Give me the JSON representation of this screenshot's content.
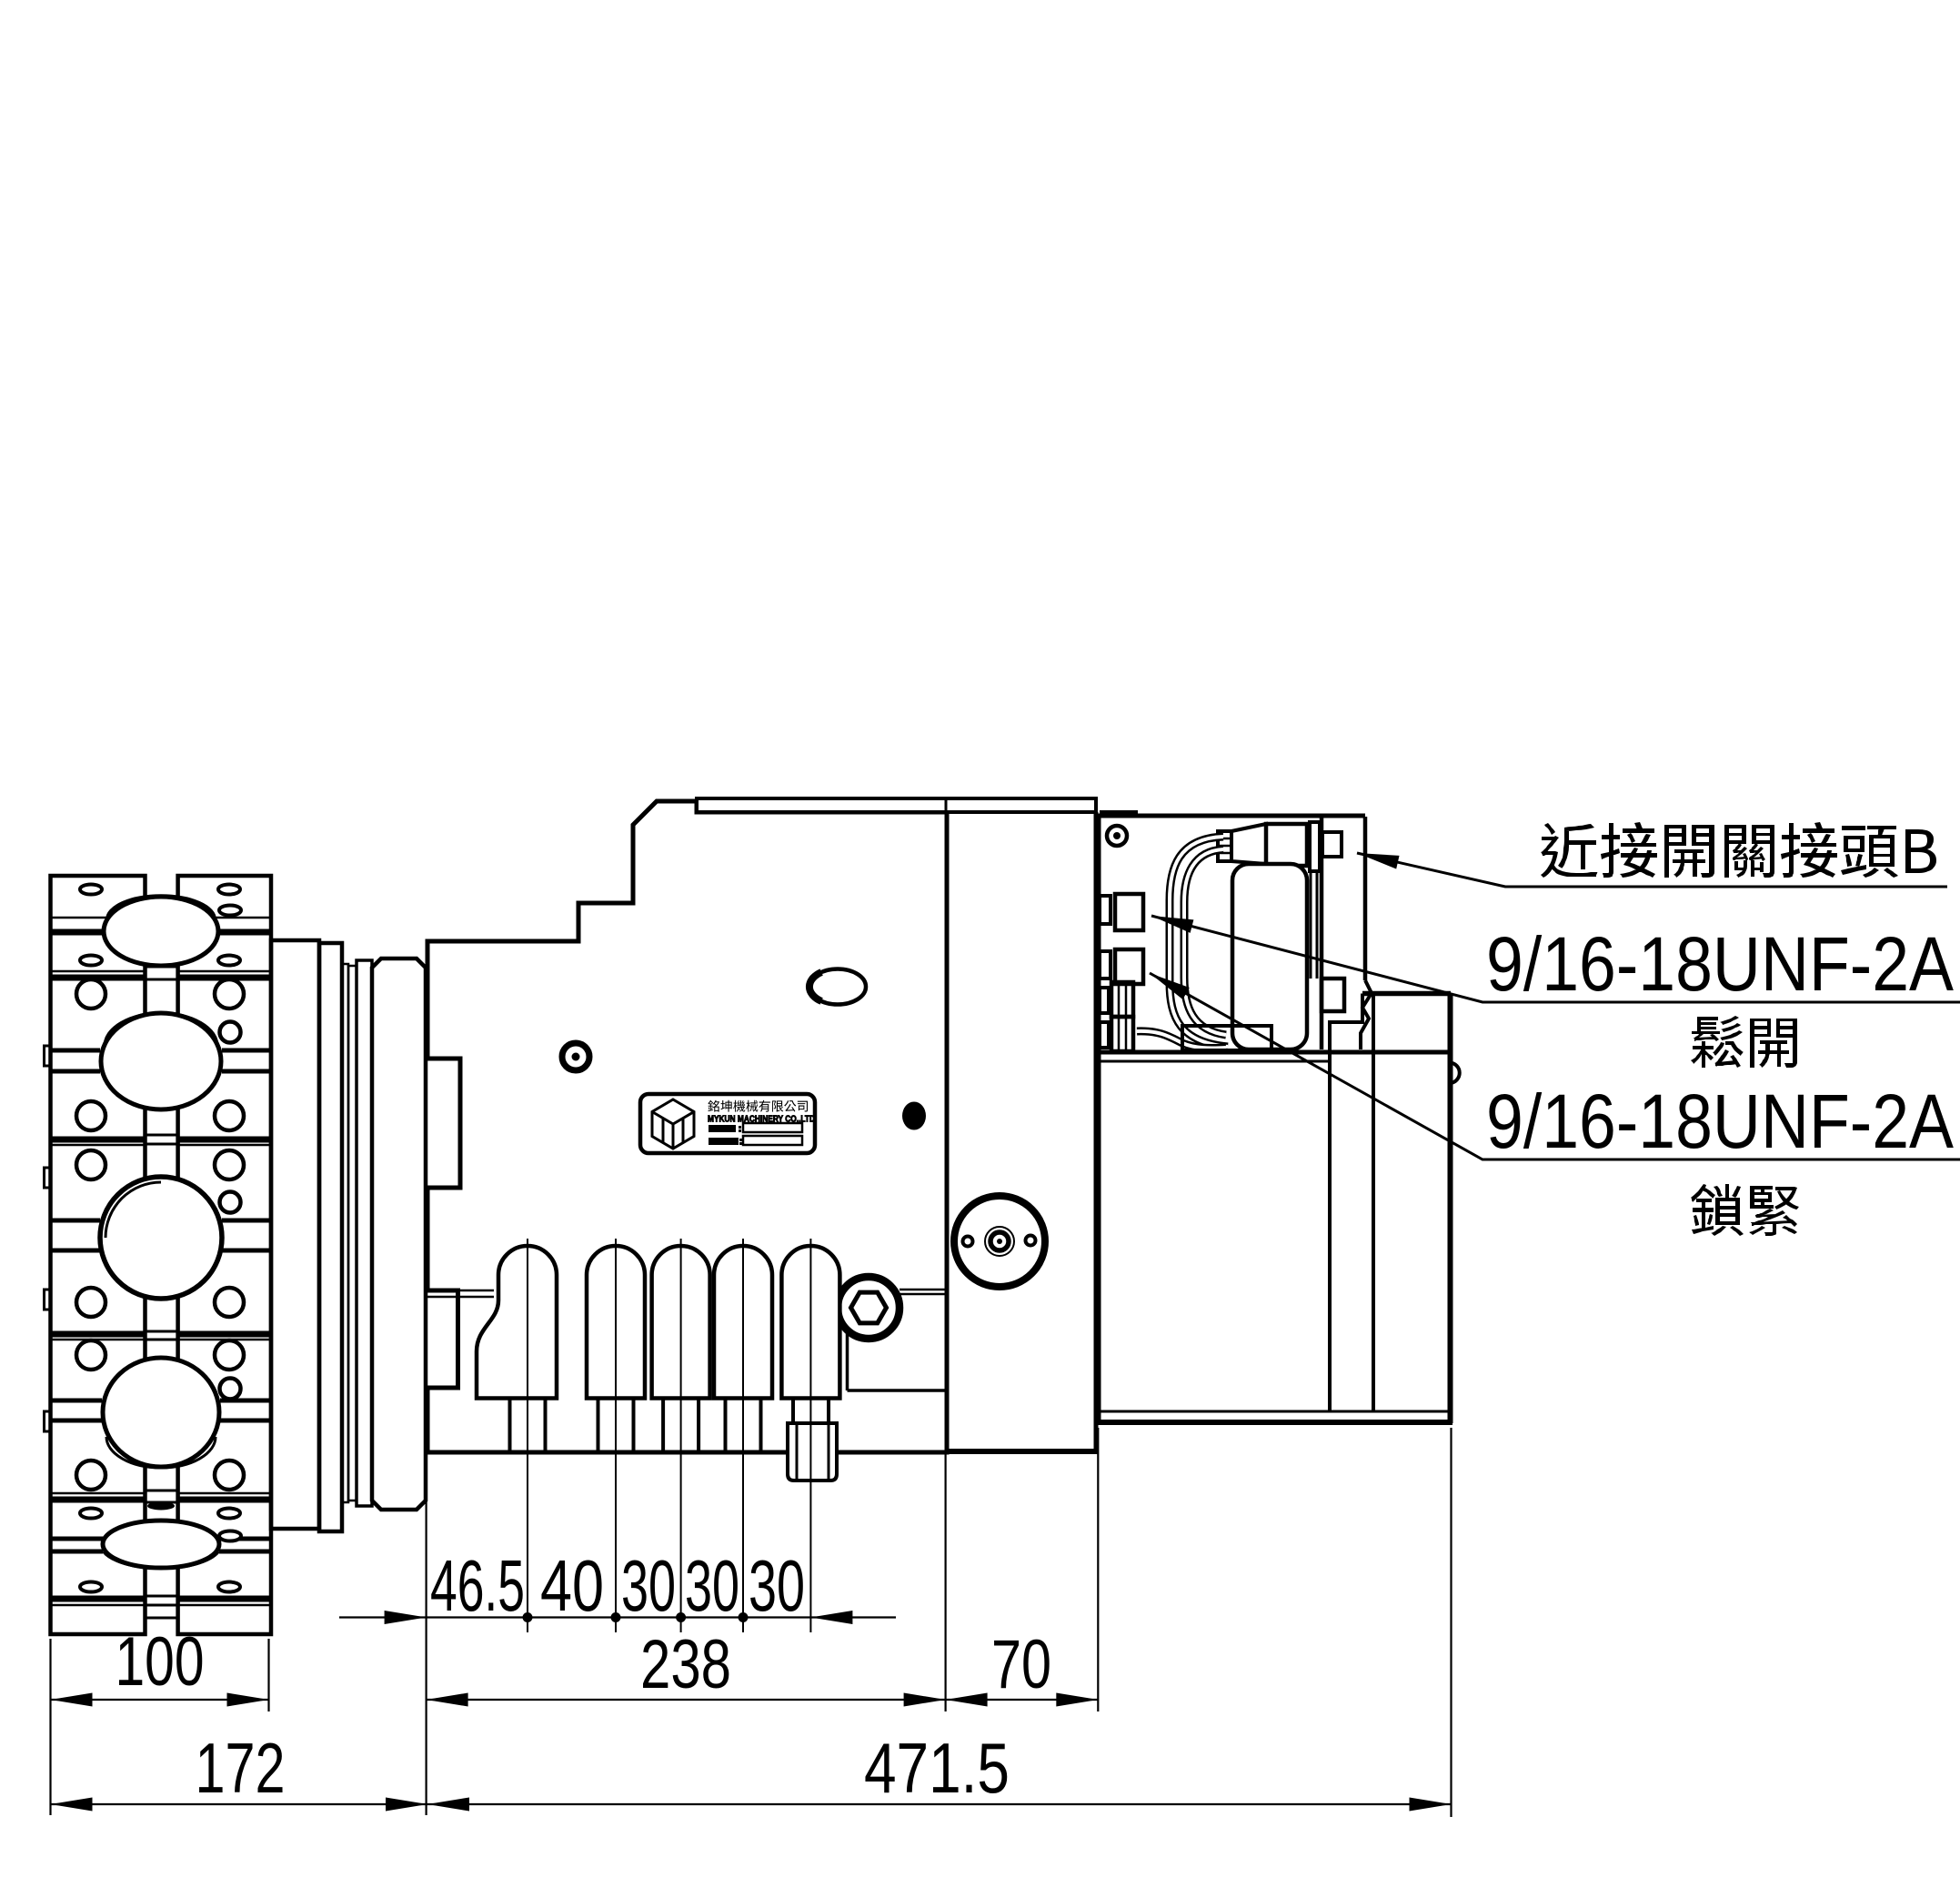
{
  "drawing": {
    "type": "engineering-drawing",
    "background_color": "#ffffff",
    "line_color": "#000000",
    "view": "turret-side-elevation",
    "callouts": {
      "proximity_connector": "近接開關接頭B",
      "port_release_thread": "9/16-18UNF-2A",
      "port_release_caption": "鬆開",
      "port_lock_thread": "9/16-18UNF-2A",
      "port_lock_caption": "鎖緊"
    },
    "nameplate": {
      "company_zh": "銘坤機械有限公司",
      "company_en": "MYKUN MACHINERY CO.,LTD"
    },
    "dimensions": {
      "nozzle_pitch": [
        "46.5",
        "40",
        "30",
        "30",
        "30"
      ],
      "disc_width": "100",
      "body_length": "238",
      "rear_length": "70",
      "front_overhang": "172",
      "total_length": "471.5"
    }
  }
}
